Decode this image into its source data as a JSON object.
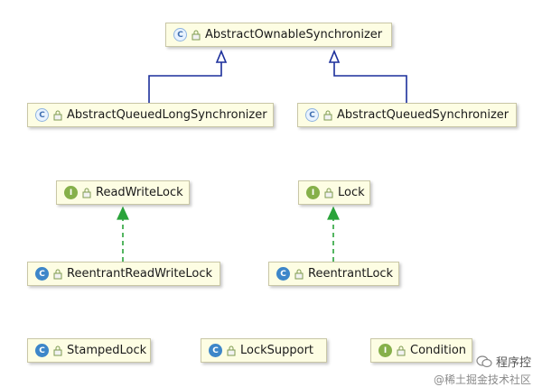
{
  "nodes": {
    "abstract_ownable_synchronizer": {
      "kind": "C",
      "label": "AbstractOwnableSynchronizer"
    },
    "abstract_queued_long_synchronizer": {
      "kind": "C",
      "label": "AbstractQueuedLongSynchronizer"
    },
    "abstract_queued_synchronizer": {
      "kind": "C",
      "label": "AbstractQueuedSynchronizer"
    },
    "read_write_lock": {
      "kind": "I",
      "label": "ReadWriteLock"
    },
    "lock": {
      "kind": "I",
      "label": "Lock"
    },
    "reentrant_read_write_lock": {
      "kind": "C",
      "label": "ReentrantReadWriteLock"
    },
    "reentrant_lock": {
      "kind": "C",
      "label": "ReentrantLock"
    },
    "stamped_lock": {
      "kind": "C",
      "label": "StampedLock"
    },
    "lock_support": {
      "kind": "C",
      "label": "LockSupport"
    },
    "condition": {
      "kind": "I",
      "label": "Condition"
    }
  },
  "edges": [
    {
      "from": "abstract_queued_long_synchronizer",
      "to": "abstract_ownable_synchronizer",
      "type": "extends",
      "color": "#1c2f9b"
    },
    {
      "from": "abstract_queued_synchronizer",
      "to": "abstract_ownable_synchronizer",
      "type": "extends",
      "color": "#1c2f9b"
    },
    {
      "from": "reentrant_read_write_lock",
      "to": "read_write_lock",
      "type": "implements",
      "color": "#2aa33a"
    },
    {
      "from": "reentrant_lock",
      "to": "lock",
      "type": "implements",
      "color": "#2aa33a"
    }
  ],
  "watermark": {
    "line1": "程序控",
    "line2": "@稀土掘金技术社区"
  }
}
